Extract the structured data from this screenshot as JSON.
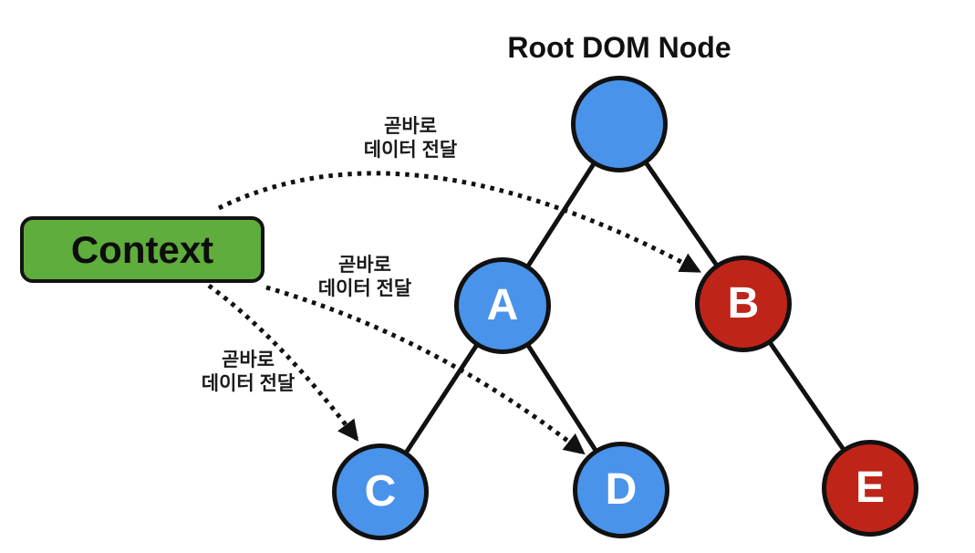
{
  "title": "Root DOM Node",
  "context_box": {
    "label": "Context",
    "fill_color": "#5fad3c",
    "border_color": "#131313"
  },
  "nodes": [
    {
      "id": "root",
      "label": "",
      "fill_color": "#4a93ea"
    },
    {
      "id": "A",
      "label": "A",
      "fill_color": "#4a93ea"
    },
    {
      "id": "B",
      "label": "B",
      "fill_color": "#bf2419"
    },
    {
      "id": "C",
      "label": "C",
      "fill_color": "#4a93ea"
    },
    {
      "id": "D",
      "label": "D",
      "fill_color": "#4a93ea"
    },
    {
      "id": "E",
      "label": "E",
      "fill_color": "#bf2419"
    }
  ],
  "tree_edges": [
    {
      "from": "root",
      "to": "A"
    },
    {
      "from": "root",
      "to": "B"
    },
    {
      "from": "A",
      "to": "C"
    },
    {
      "from": "A",
      "to": "D"
    },
    {
      "from": "B",
      "to": "E"
    }
  ],
  "context_arrows": [
    {
      "from": "Context",
      "to": "B",
      "label_line1": "곧바로",
      "label_line2": "데이터 전달",
      "style": "dotted"
    },
    {
      "from": "Context",
      "to": "D",
      "label_line1": "곧바로",
      "label_line2": "데이터 전달",
      "style": "dotted"
    },
    {
      "from": "Context",
      "to": "C",
      "label_line1": "곧바로",
      "label_line2": "데이터 전달",
      "style": "dotted"
    }
  ],
  "colors": {
    "node_blue": "#4a93ea",
    "node_red": "#bf2419",
    "context_green": "#5fad3c",
    "line_black": "#111111",
    "background": "#ffffff"
  }
}
